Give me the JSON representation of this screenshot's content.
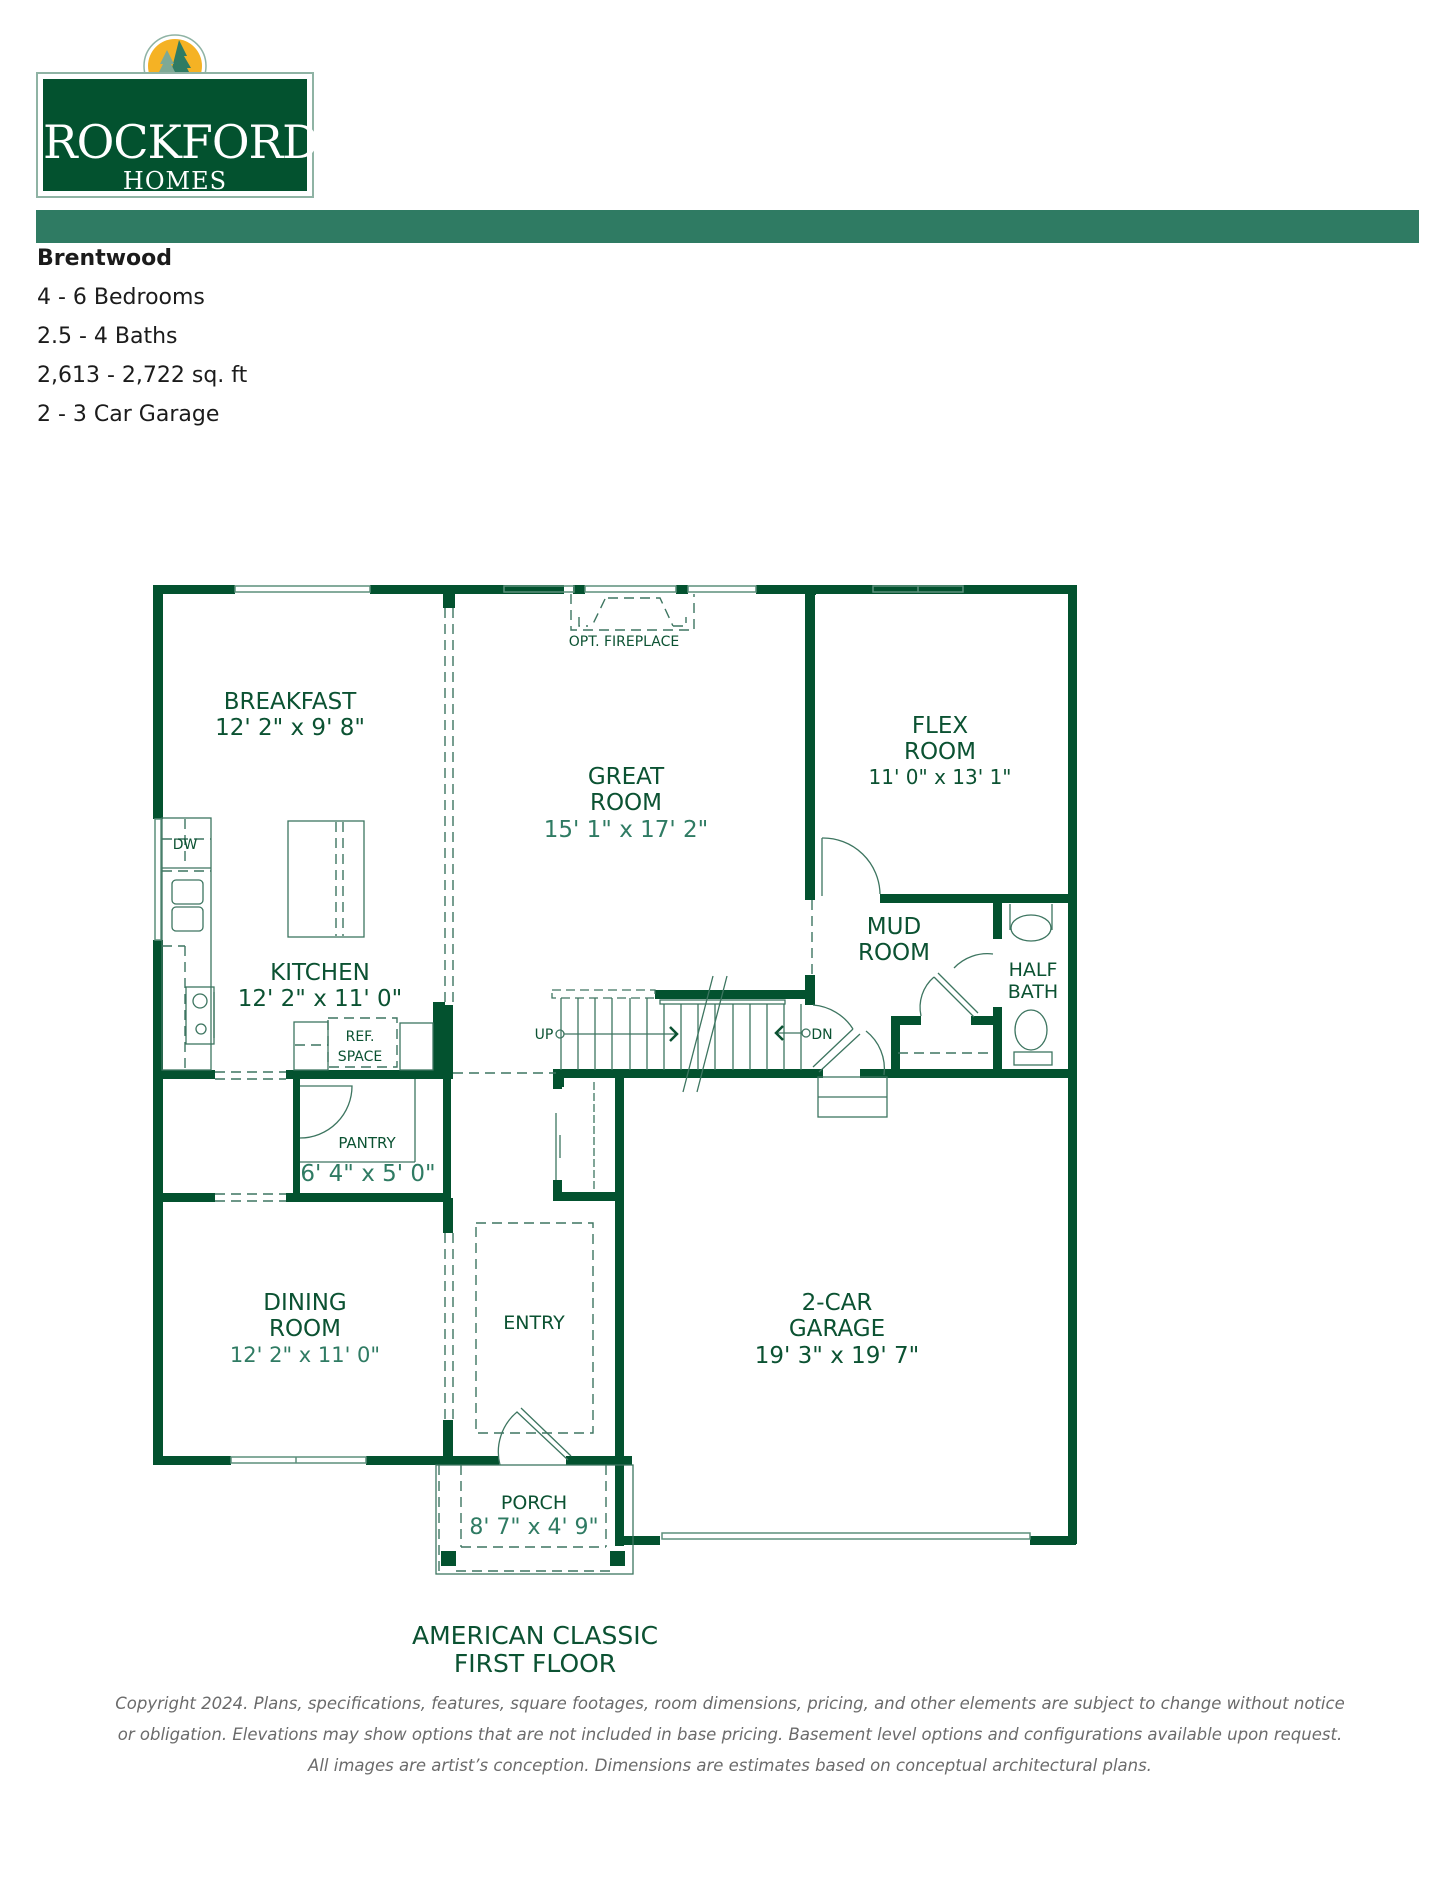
{
  "brand": {
    "name": "ROCKFORD",
    "sub": "HOMES",
    "colors": {
      "dark_green": "#03522f",
      "bar_green": "#2f7b63",
      "sun": "#f5b224",
      "tree_light": "#7ea995",
      "tree_dark": "#2f7b63"
    }
  },
  "specs": {
    "model": "Brentwood",
    "bedrooms": "4 - 6 Bedrooms",
    "baths": "2.5 - 4 Baths",
    "sqft": "2,613 - 2,722 sq. ft",
    "garage": "2 - 3 Car Garage"
  },
  "rooms": {
    "breakfast": {
      "name": "BREAKFAST",
      "dims": "12' 2\" x 9' 8\""
    },
    "great_room": {
      "name1": "GREAT",
      "name2": "ROOM",
      "dims": "15' 1\" x 17' 2\""
    },
    "flex_room": {
      "name1": "FLEX",
      "name2": "ROOM",
      "dims": "11' 0\" x 13' 1\""
    },
    "kitchen": {
      "name": "KITCHEN",
      "dims": "12' 2\" x 11' 0\""
    },
    "mud_room": {
      "name1": "MUD",
      "name2": "ROOM"
    },
    "half_bath": {
      "name1": "HALF",
      "name2": "BATH"
    },
    "pantry": {
      "name": "PANTRY",
      "dims": "6' 4\" x 5' 0\""
    },
    "dining_room": {
      "name1": "DINING",
      "name2": "ROOM",
      "dims": "12' 2\" x 11' 0\""
    },
    "entry": {
      "name": "ENTRY"
    },
    "garage": {
      "name1": "2-CAR",
      "name2": "GARAGE",
      "dims": "19' 3\" x 19' 7\""
    },
    "porch": {
      "name": "PORCH",
      "dims": "8' 7\" x 4' 9\""
    }
  },
  "fixtures": {
    "fireplace": "OPT. FIREPLACE",
    "dishwasher": "DW",
    "ref_space_1": "REF.",
    "ref_space_2": "SPACE",
    "stairs_up": "UP",
    "stairs_down": "DN"
  },
  "caption": {
    "line1": "AMERICAN CLASSIC",
    "line2": "FIRST FLOOR"
  },
  "copyright": "Copyright 2024. Plans, specifications, features, square footages, room dimensions, pricing, and other elements are subject to change without notice or obligation. Elevations may show options that are not included in base pricing. Basement level options and configurations available upon request. All images are artist’s conception. Dimensions are estimates based on conceptual architectural plans."
}
